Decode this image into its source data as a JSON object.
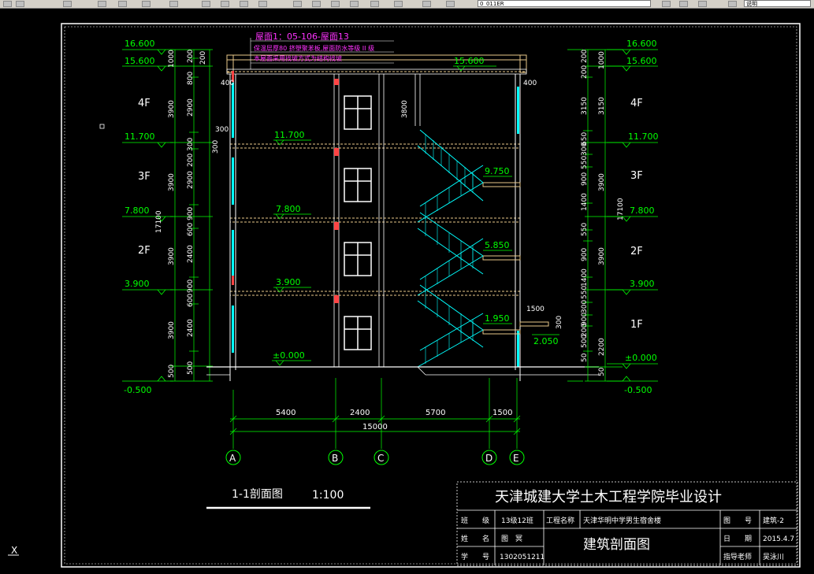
{
  "toolbar": {
    "layer_combo": "0_011ER",
    "text_combo": "说明"
  },
  "elevations": {
    "left": [
      "16.600",
      "15.600",
      "11.700",
      "7.800",
      "3.900",
      "-0.500"
    ],
    "right": [
      "16.600",
      "15.600",
      "11.700",
      "7.800",
      "3.900",
      "±0.000",
      "-0.500"
    ],
    "floor_labels": [
      "11.700",
      "7.800",
      "3.900",
      "±0.000"
    ],
    "roof_label": "15.600",
    "landings": [
      "9.750",
      "5.850",
      "1.950"
    ],
    "canopy": "2.050"
  },
  "floors": [
    "4F",
    "3F",
    "2F",
    "1F"
  ],
  "annotation": {
    "line1": "屋面1：05-106-屋面13",
    "line2": "保温层厚80 挤塑聚苯板,屋面防水等级 II 级",
    "line3": "本屋面采用找坡方式为结构找坡"
  },
  "left_dims": {
    "outer": [
      "1000",
      "3900",
      "3900",
      "3900",
      "3900",
      "500"
    ],
    "inner": [
      "200",
      "200",
      "800",
      "2900",
      "300",
      "200",
      "2900",
      "900",
      "600",
      "2400",
      "900",
      "600",
      "2400",
      "500"
    ],
    "total": "17100"
  },
  "right_dims": {
    "outer": [
      "1000",
      "3150",
      "3900",
      "3900",
      "2200",
      "50"
    ],
    "inner": [
      "200",
      "200",
      "3150",
      "650",
      "300",
      "550",
      "900",
      "1400",
      "550",
      "900",
      "1400",
      "550",
      "300",
      "900",
      "200",
      "500",
      "50"
    ],
    "total": "17100"
  },
  "misc_dims": [
    "400",
    "400",
    "300",
    "300",
    "3800",
    "1500",
    "300"
  ],
  "bottom_dims": {
    "spans": [
      "5400",
      "2400",
      "5700",
      "1500"
    ],
    "total": "15000"
  },
  "axes": [
    "A",
    "B",
    "C",
    "D",
    "E"
  ],
  "section_title": "1-1剖面图",
  "section_scale": "1:100",
  "title_block": {
    "school": "天津城建大学土木工程学院毕业设计",
    "class_label": "班　　级",
    "class_value": "13级12班",
    "project_label": "工程名称",
    "project_value": "天津华明中学男生宿舍楼",
    "drawing_no_label": "图　　号",
    "drawing_no_value": "建筑-2",
    "name_label": "姓　　名",
    "name_value": "图　冥",
    "drawing_title": "建筑剖面图",
    "date_label": "日　　期",
    "date_value": "2015.4.7",
    "student_id_label": "学　　号",
    "student_id_value": "1302051211",
    "advisor_label": "指导老师",
    "advisor_value": "吴泳川"
  },
  "colors": {
    "background": "#000000",
    "green": "#00ff00",
    "white": "#ffffff",
    "cyan": "#00ffff",
    "magenta": "#ff33ff",
    "tan": "#e8c88a"
  }
}
